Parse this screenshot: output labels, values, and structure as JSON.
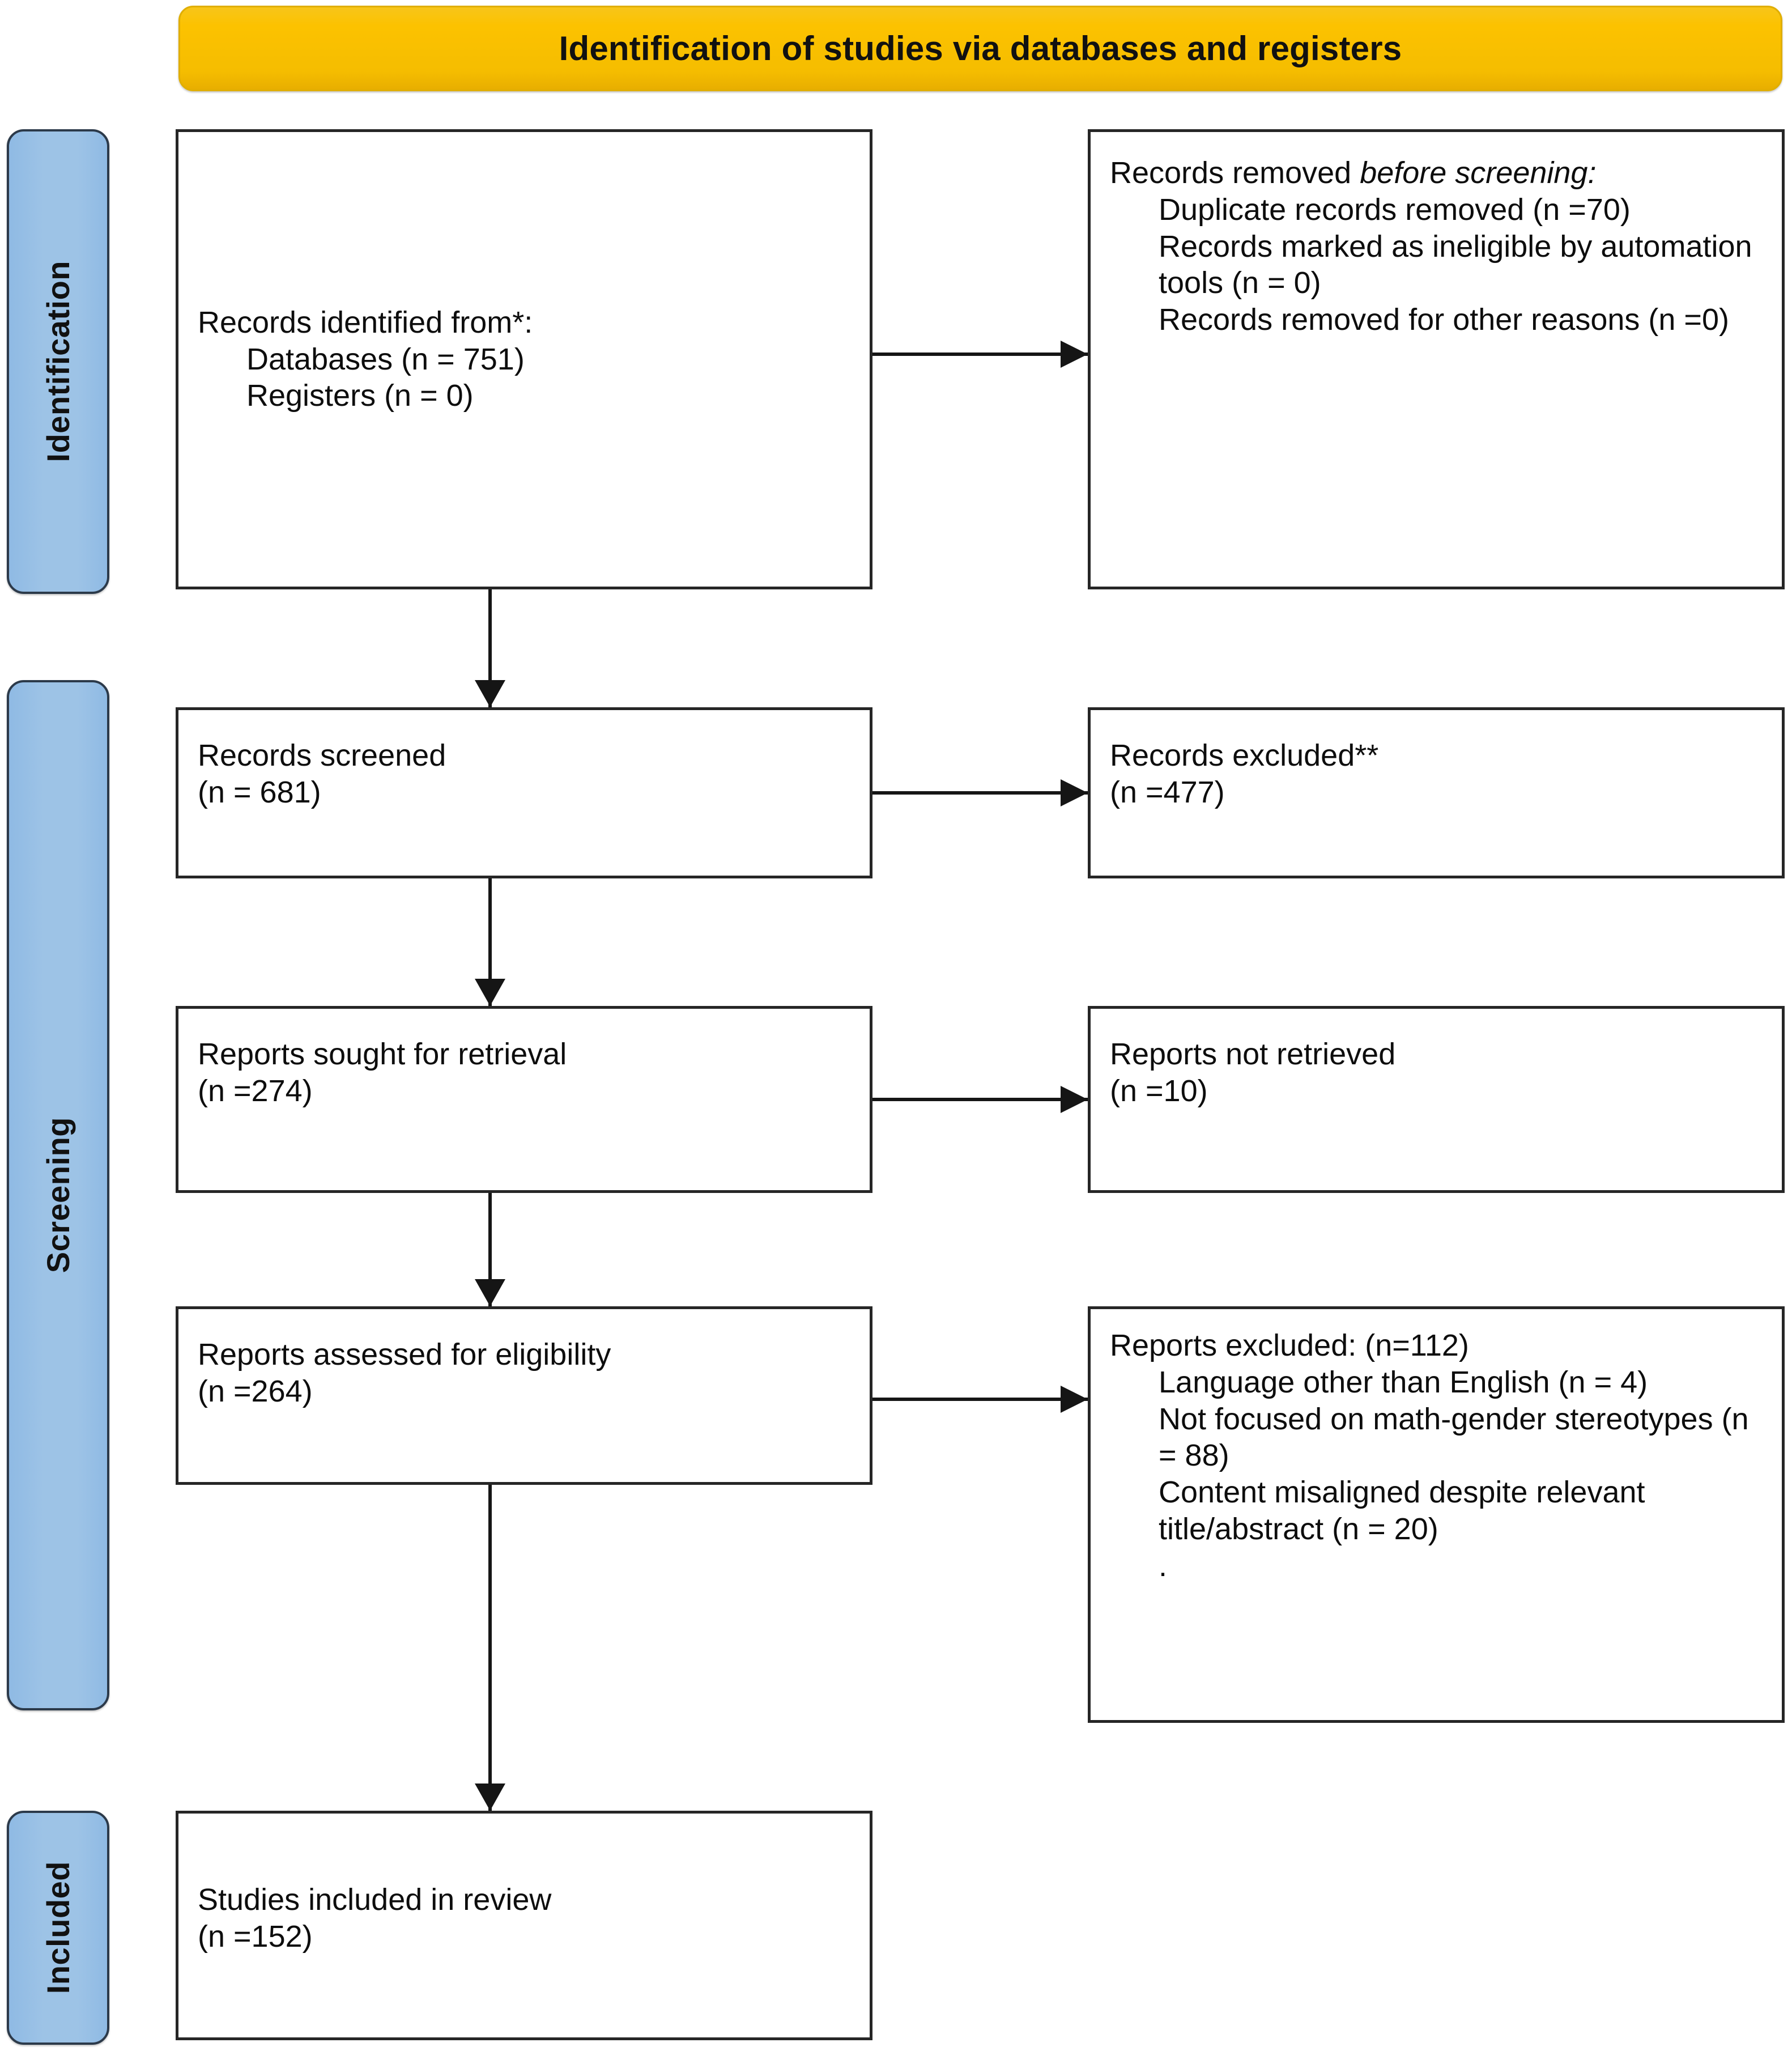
{
  "banner": {
    "title": "Identification of studies via databases and registers",
    "color": "#FCC200"
  },
  "stages": {
    "identification": "Identification",
    "screening": "Screening",
    "included": "Included",
    "color": "#9DC3E6"
  },
  "boxes": {
    "identified": {
      "line1": "Records identified from*:",
      "line2": "Databases (n = 751)",
      "line3": "Registers (n = 0)"
    },
    "removed": {
      "head_a": "Records removed ",
      "head_b": "before screening",
      "head_c": ":",
      "line1": "Duplicate records removed (n =70)",
      "line2": "Records marked as ineligible by automation tools (n = 0)",
      "line3": "Records removed for other reasons (n =0)"
    },
    "screened": {
      "line1": "Records screened",
      "line2": "(n = 681)"
    },
    "excluded": {
      "line1": "Records excluded**",
      "line2": "(n =477)"
    },
    "sought": {
      "line1": "Reports sought for retrieval",
      "line2": "(n =274)"
    },
    "not_retrieved": {
      "line1": "Reports not retrieved",
      "line2": "(n =10)"
    },
    "assessed": {
      "line1": "Reports assessed for eligibility",
      "line2": "(n =264)"
    },
    "reports_excluded": {
      "line1": "Reports excluded: (n=112)",
      "line2": "Language other than English (n = 4)",
      "line3": "Not focused on math-gender stereotypes (n = 88)",
      "line4": "Content misaligned despite relevant title/abstract (n = 20)",
      "line5": "."
    },
    "included": {
      "line1": "Studies included in review",
      "line2": "(n =152)"
    }
  }
}
